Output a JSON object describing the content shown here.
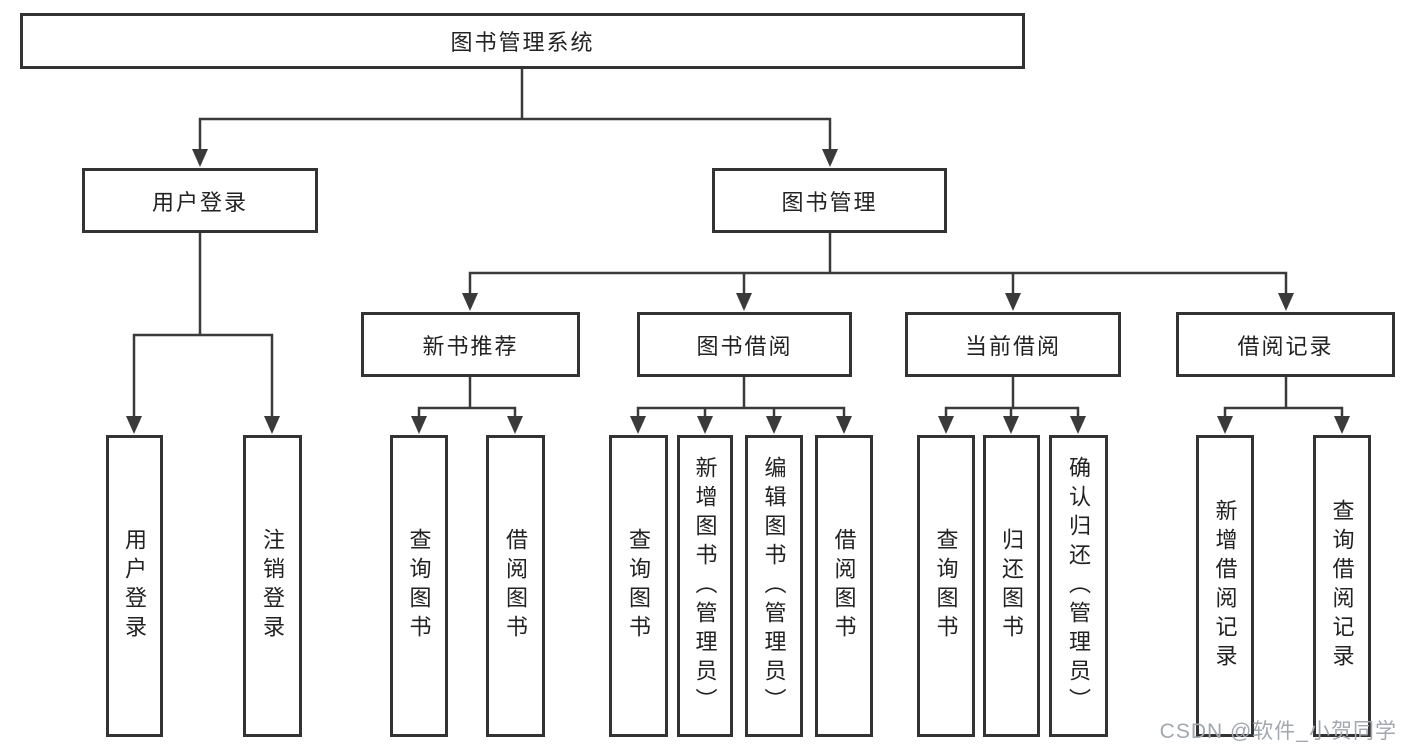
{
  "diagram": {
    "root": "图书管理系统",
    "level2": [
      "用户登录",
      "图书管理"
    ],
    "level3": [
      "新书推荐",
      "图书借阅",
      "当前借阅",
      "借阅记录"
    ],
    "leaves": [
      "用户登录",
      "注销登录",
      "查询图书",
      "借阅图书",
      "查询图书",
      "新增图书（管理员）",
      "编辑图书（管理员）",
      "借阅图书",
      "查询图书",
      "归还图书",
      "确认归还（管理员）",
      "新增借阅记录",
      "查询借阅记录"
    ]
  },
  "watermark": {
    "text": "CSDN @软件_小贺同学"
  },
  "colors": {
    "line": "#3a3a3a",
    "box_border": "#333333",
    "text": "#222222",
    "watermark": "#a2a8ae",
    "background": "#ffffff"
  }
}
